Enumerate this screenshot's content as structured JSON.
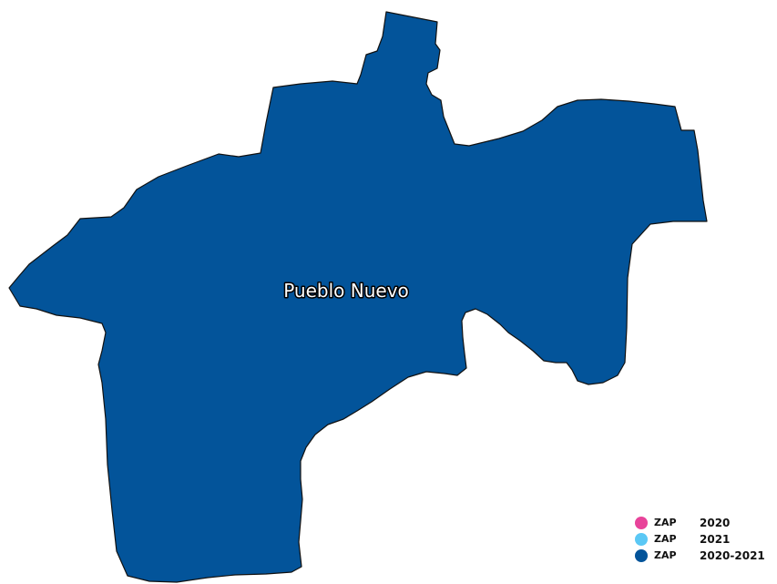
{
  "map": {
    "region": {
      "name": "Pueblo Nuevo",
      "fill_color": "#03549A"
    }
  },
  "legend": {
    "items": [
      {
        "code": "ZAP",
        "year": "2020",
        "color": "#E8439A"
      },
      {
        "code": "ZAP",
        "year": "2021",
        "color": "#5BC8F5"
      },
      {
        "code": "ZAP",
        "year": "2020-2021",
        "color": "#03549A"
      }
    ]
  }
}
